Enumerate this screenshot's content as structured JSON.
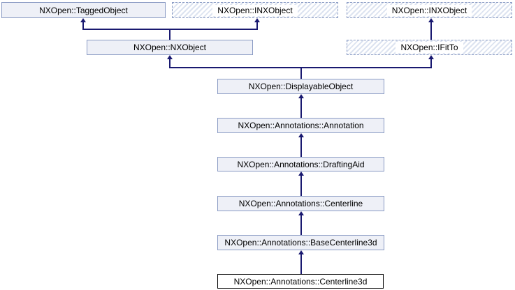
{
  "diagram": {
    "type": "class-inheritance",
    "current_class": "NXOpen::Annotations::Centerline3d",
    "colors": {
      "node_fill": "#eef0f7",
      "node_border": "#8a9bc4",
      "edge": "#191970",
      "hatch_stripe": "#dce3f0",
      "current_border": "#000000",
      "text": "#000000",
      "background": "#ffffff"
    },
    "nodes": [
      {
        "label": "NXOpen::TaggedObject",
        "kind": "solid"
      },
      {
        "label": "NXOpen::INXObject",
        "kind": "hatched"
      },
      {
        "label": "NXOpen::INXObject",
        "kind": "hatched"
      },
      {
        "label": "NXOpen::NXObject",
        "kind": "solid"
      },
      {
        "label": "NXOpen::IFitTo",
        "kind": "hatched"
      },
      {
        "label": "NXOpen::DisplayableObject",
        "kind": "solid"
      },
      {
        "label": "NXOpen::Annotations::Annotation",
        "kind": "solid"
      },
      {
        "label": "NXOpen::Annotations::DraftingAid",
        "kind": "solid"
      },
      {
        "label": "NXOpen::Annotations::Centerline",
        "kind": "solid"
      },
      {
        "label": "NXOpen::Annotations::BaseCenterline3d",
        "kind": "solid"
      },
      {
        "label": "NXOpen::Annotations::Centerline3d",
        "kind": "current"
      }
    ],
    "edges": [
      {
        "from": "NXOpen::NXObject",
        "to": "NXOpen::TaggedObject"
      },
      {
        "from": "NXOpen::NXObject",
        "to": "NXOpen::INXObject"
      },
      {
        "from": "NXOpen::IFitTo",
        "to": "NXOpen::INXObject"
      },
      {
        "from": "NXOpen::DisplayableObject",
        "to": "NXOpen::NXObject"
      },
      {
        "from": "NXOpen::DisplayableObject",
        "to": "NXOpen::IFitTo"
      },
      {
        "from": "NXOpen::Annotations::Annotation",
        "to": "NXOpen::DisplayableObject"
      },
      {
        "from": "NXOpen::Annotations::DraftingAid",
        "to": "NXOpen::Annotations::Annotation"
      },
      {
        "from": "NXOpen::Annotations::Centerline",
        "to": "NXOpen::Annotations::DraftingAid"
      },
      {
        "from": "NXOpen::Annotations::BaseCenterline3d",
        "to": "NXOpen::Annotations::Centerline"
      },
      {
        "from": "NXOpen::Annotations::Centerline3d",
        "to": "NXOpen::Annotations::BaseCenterline3d"
      }
    ]
  }
}
